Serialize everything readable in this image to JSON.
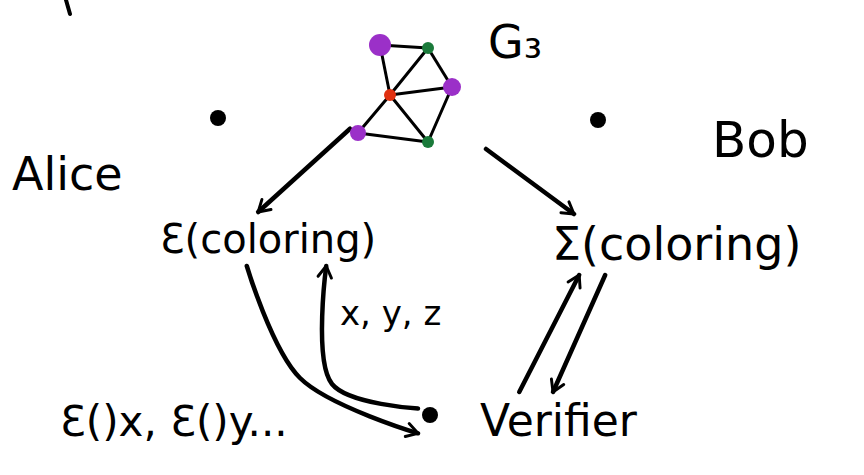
{
  "diagram": {
    "nodes": [
      {
        "text": [
          "G₃"
        ]
      },
      {
        "text": [
          "Ɛ(coloring)"
        ]
      },
      {
        "text": [
          "Σ(coloring)"
        ]
      },
      {
        "text": [
          "Verifier"
        ]
      }
    ],
    "edges": [
      {
        "from": 0,
        "to": 1,
        "arrow": "to"
      },
      {
        "from": 0,
        "to": 2,
        "arrow": "to"
      },
      {
        "from": 1,
        "to": 3,
        "arrow": "to"
      },
      {
        "from": 3,
        "to": 1,
        "arrow": "to",
        "label": "x, y, z"
      },
      {
        "from": 2,
        "to": 3,
        "arrow": "to"
      },
      {
        "from": 3,
        "to": 2,
        "arrow": "to"
      }
    ],
    "labels": [
      "Alice",
      "Bob",
      "Ɛ()x, Ɛ()y..."
    ]
  }
}
